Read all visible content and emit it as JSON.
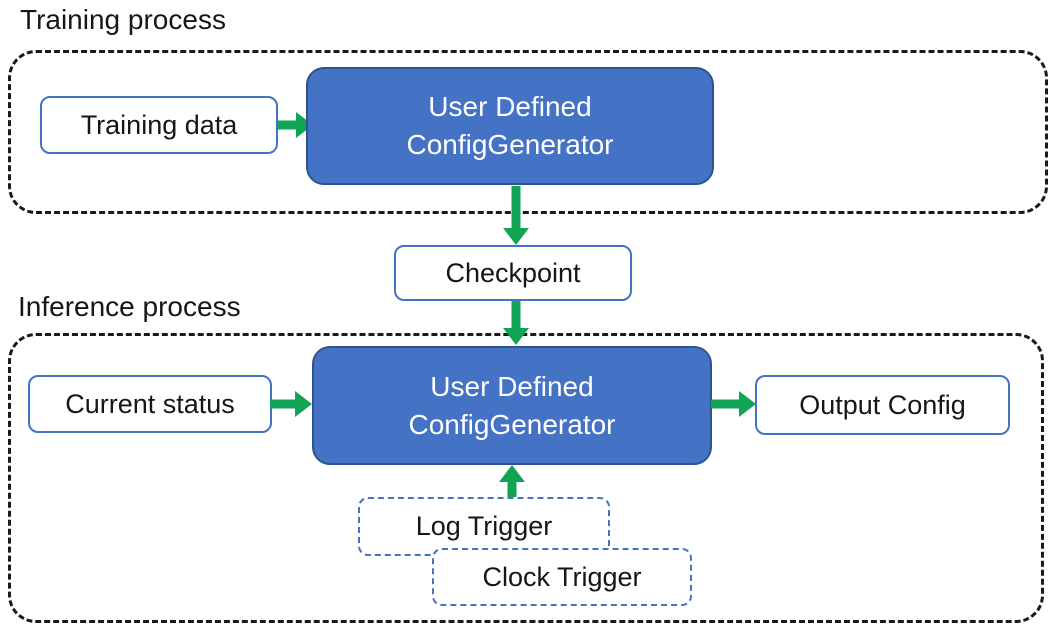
{
  "colors": {
    "accent_blue": "#4472C4",
    "accent_blue_dark": "#2F528F",
    "green": "#12A455",
    "text_black": "#161616",
    "container_border": "#1A1A1A",
    "box_bg": "#FFFFFF"
  },
  "training": {
    "label": "Training process",
    "input_box": "Training data",
    "generator": {
      "line1": "User Defined",
      "line2": "ConfigGenerator"
    }
  },
  "checkpoint": {
    "label": "Checkpoint"
  },
  "inference": {
    "label": "Inference process",
    "input_box": "Current status",
    "generator": {
      "line1": "User Defined",
      "line2": "ConfigGenerator"
    },
    "output_box": "Output Config",
    "triggers": [
      "Log Trigger",
      "Clock Trigger"
    ]
  }
}
